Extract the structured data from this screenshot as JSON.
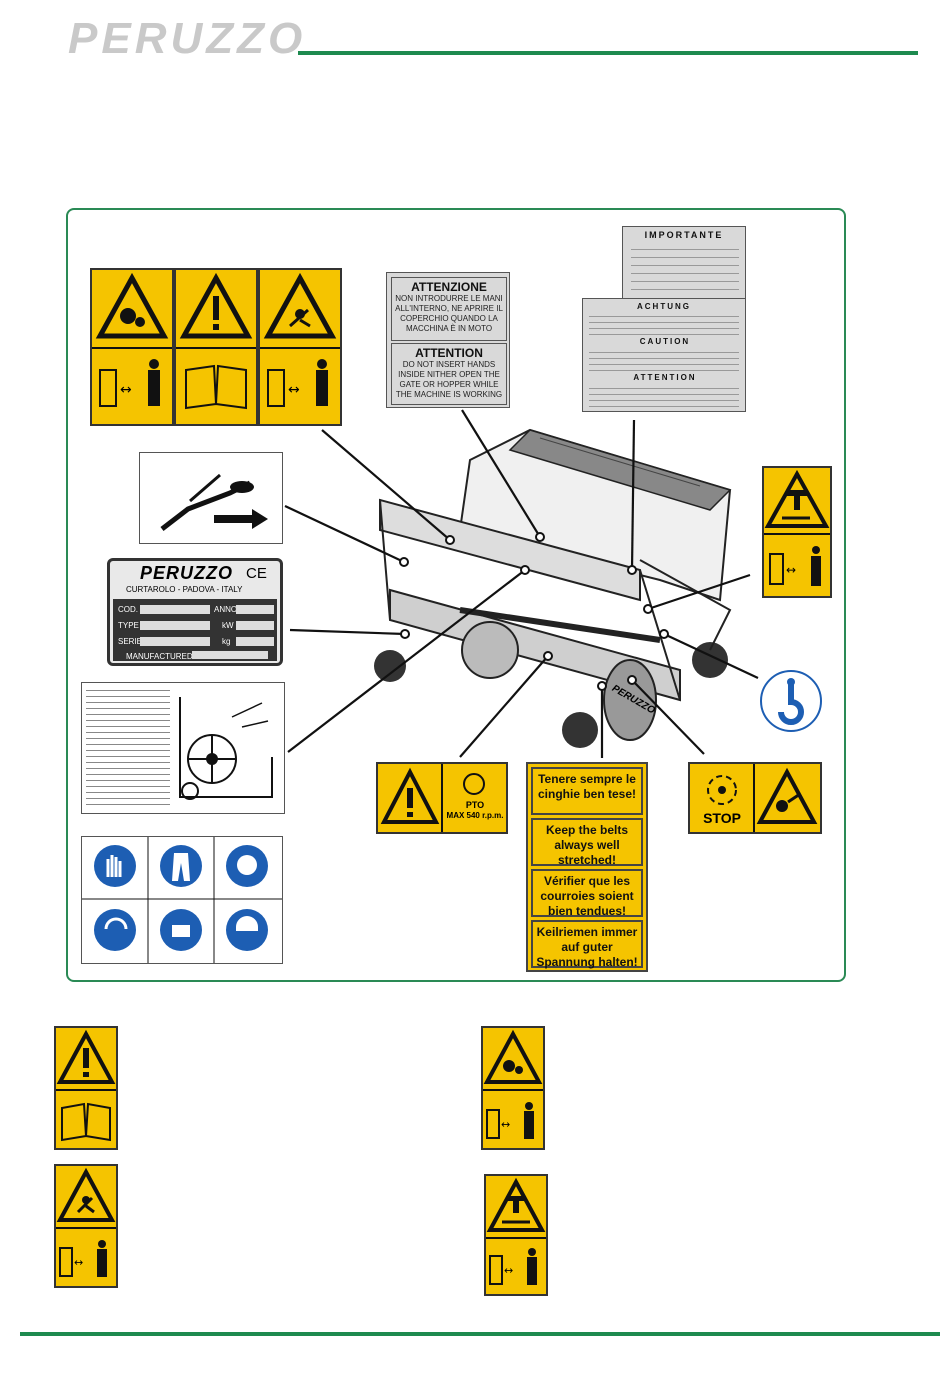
{
  "header": {
    "logo": "PERUZZO"
  },
  "signs": {
    "attenzione": {
      "title": "ATTENZIONE",
      "text": "NON INTRODURRE LE MANI ALL'INTERNO, NE APRIRE IL COPERCHIO QUANDO LA MACCHINA È IN MOTO"
    },
    "attention": {
      "title": "ATTENTION",
      "text": "DO NOT INSERT HANDS INSIDE NITHER OPEN THE GATE OR HOPPER WHILE THE MACHINE IS WORKING"
    },
    "multi_lang": {
      "t1": "IMPORTANTE",
      "t2": "ACHTUNG",
      "t3": "CAUTION",
      "t4": "ATTENTION"
    },
    "plate": {
      "brand": "PERUZZO",
      "ce": "CE",
      "address": "CURTAROLO - PADOVA - ITALY",
      "cod": "COD.",
      "anno": "ANNO",
      "type": "TYPE",
      "kw": "kW",
      "serie": "SERIE",
      "kg": "kg",
      "manufactured": "MANUFACTURED BY"
    },
    "pto": {
      "label": "PTO",
      "max": "MAX 540 r.p.m."
    },
    "belts": [
      "Tenere sempre le cinghie ben tese!",
      "Keep the belts always well stretched!",
      "Vérifier que les courroies soient bien tendues!",
      "Keilriemen immer auf guter Spannung halten!"
    ],
    "stop": "STOP",
    "machine_brand": "PERUZZO"
  },
  "colors": {
    "accent": "#1e8a4f",
    "warning": "#f5c400",
    "mandatory": "#1d5eb3"
  }
}
